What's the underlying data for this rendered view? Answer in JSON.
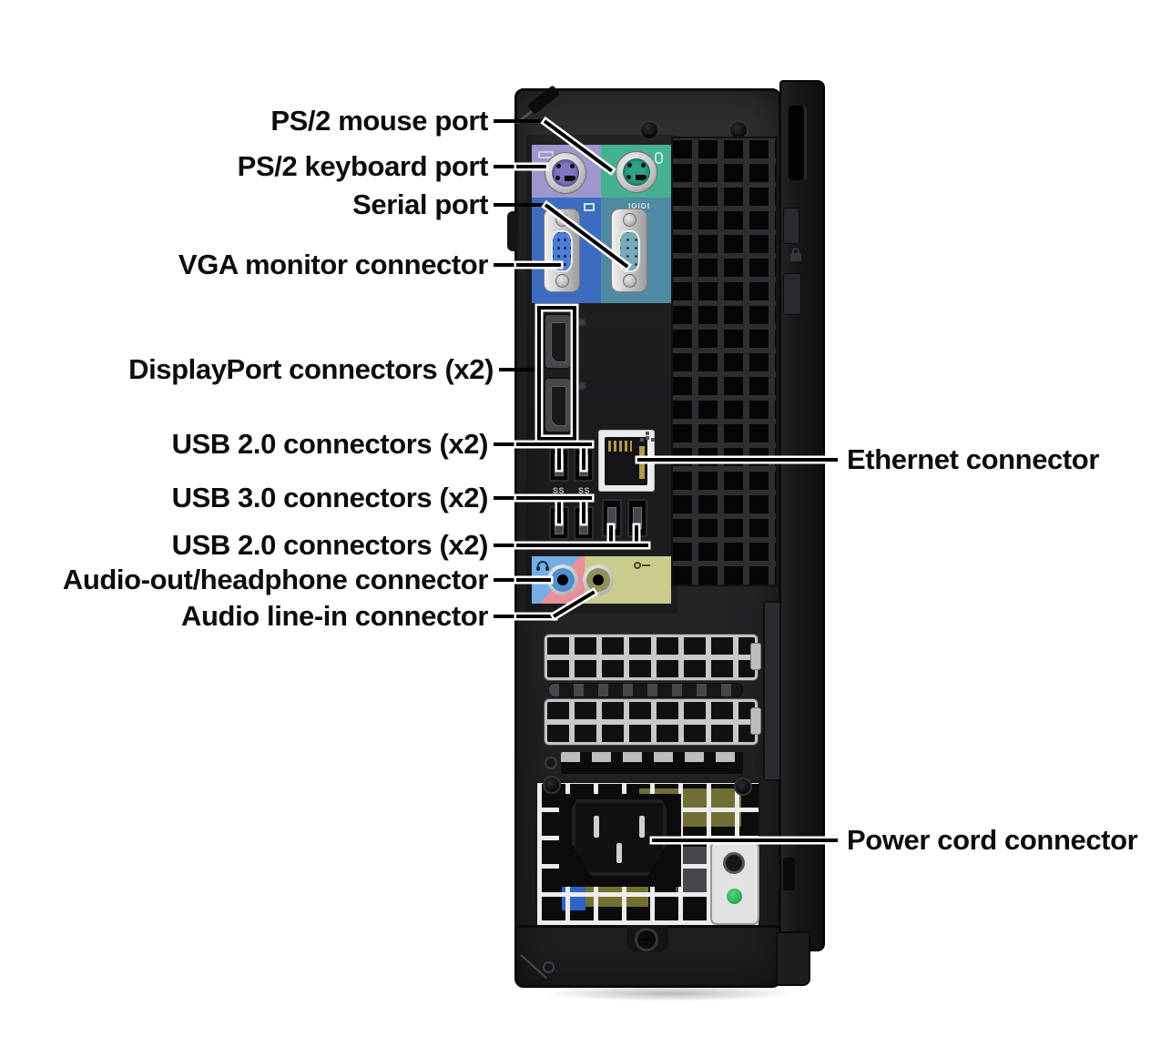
{
  "callouts": {
    "left": [
      {
        "label": "PS/2 mouse port"
      },
      {
        "label": "PS/2 keyboard port"
      },
      {
        "label": "Serial port"
      },
      {
        "label": "VGA monitor connector"
      },
      {
        "label": "DisplayPort connectors (x2)"
      },
      {
        "label": "USB 2.0 connectors (x2)"
      },
      {
        "label": "USB 3.0 connectors (x2)"
      },
      {
        "label": "USB 2.0 connectors (x2)"
      },
      {
        "label": "Audio-out/headphone connector"
      },
      {
        "label": "Audio line-in connector"
      }
    ],
    "right": [
      {
        "label": "Ethernet connector"
      },
      {
        "label": "Power cord connector"
      }
    ]
  },
  "ports": {
    "usb3_badge": "SS",
    "serial_marking": "IOIOI",
    "colors": {
      "ps2_keyboard_panel": "#9d97cd",
      "ps2_keyboard_port": "#7d76c2",
      "ps2_mouse_panel": "#45b193",
      "ps2_mouse_port": "#2da285",
      "vga_panel": "#3c6cc0",
      "vga_insert": "#4c7ed6",
      "serial_panel": "#4f8aa2",
      "serial_insert": "#79aab9",
      "audio_out_panel_blue": "#76aee4",
      "audio_out_panel_pink": "#e98e9b",
      "audio_line_in_panel": "#c9cc8d",
      "ethernet_plate": "#ececec",
      "power_led_green": "#2eb157",
      "slot_cover_silver": "#c7c7c7",
      "case_black": "#232326",
      "label_text": "#000000",
      "callout_line": "#000000",
      "callout_outline": "#ffffff"
    },
    "icons": [
      "keyboard-icon",
      "mouse-icon",
      "monitor-icon",
      "headphone-icon",
      "line-in-icon",
      "ethernet-activity-icon",
      "padlock-icon"
    ]
  }
}
